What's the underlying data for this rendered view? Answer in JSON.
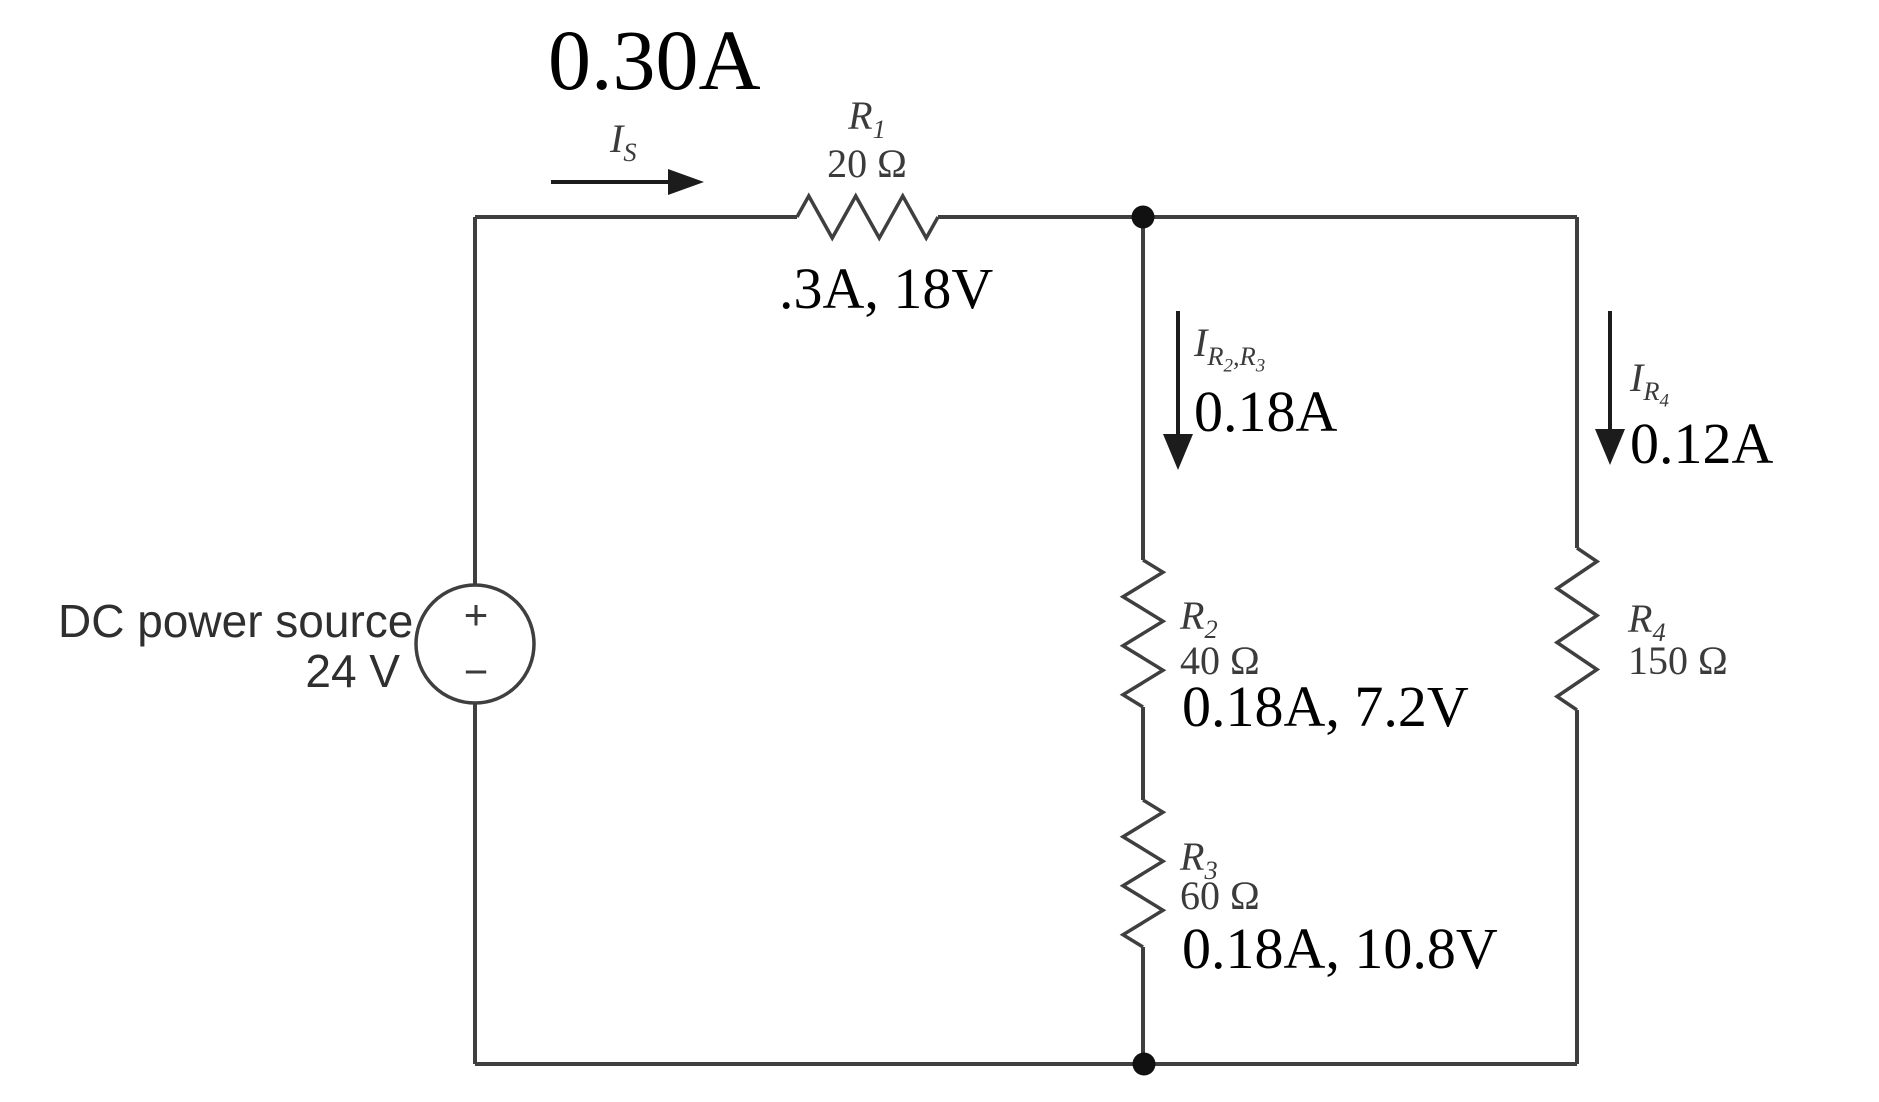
{
  "colors": {
    "background": "#ffffff",
    "wire": "#3f3f3f",
    "dot": "#111111",
    "arrow": "#1c1c1c",
    "annotation": "#000000",
    "figure-label": "#3b3b3b",
    "source-label": "#2f2f2f"
  },
  "source": {
    "label": "DC power source",
    "voltage": "24 V",
    "plus": "+",
    "minus": "−",
    "current_symbol_base": "I",
    "current_symbol_sub": "S",
    "current_value": "0.30A"
  },
  "resistors": {
    "r1": {
      "base": "R",
      "sub": "1",
      "value": "20 Ω",
      "solution": ".3A, 18V"
    },
    "r2": {
      "base": "R",
      "sub": "2",
      "value": "40 Ω",
      "solution": "0.18A, 7.2V"
    },
    "r3": {
      "base": "R",
      "sub": "3",
      "value": "60 Ω",
      "solution": "0.18A, 10.8V"
    },
    "r4": {
      "base": "R",
      "sub": "4",
      "value": "150 Ω"
    }
  },
  "branch_currents": {
    "r2r3": {
      "base": "I",
      "sub_r_a": "R",
      "sub_idx_a": "2",
      "sub_sep": ",",
      "sub_r_b": "R",
      "sub_idx_b": "3",
      "value": "0.18A"
    },
    "r4": {
      "base": "I",
      "sub_r": "R",
      "sub_idx": "4",
      "value": "0.12A"
    }
  }
}
